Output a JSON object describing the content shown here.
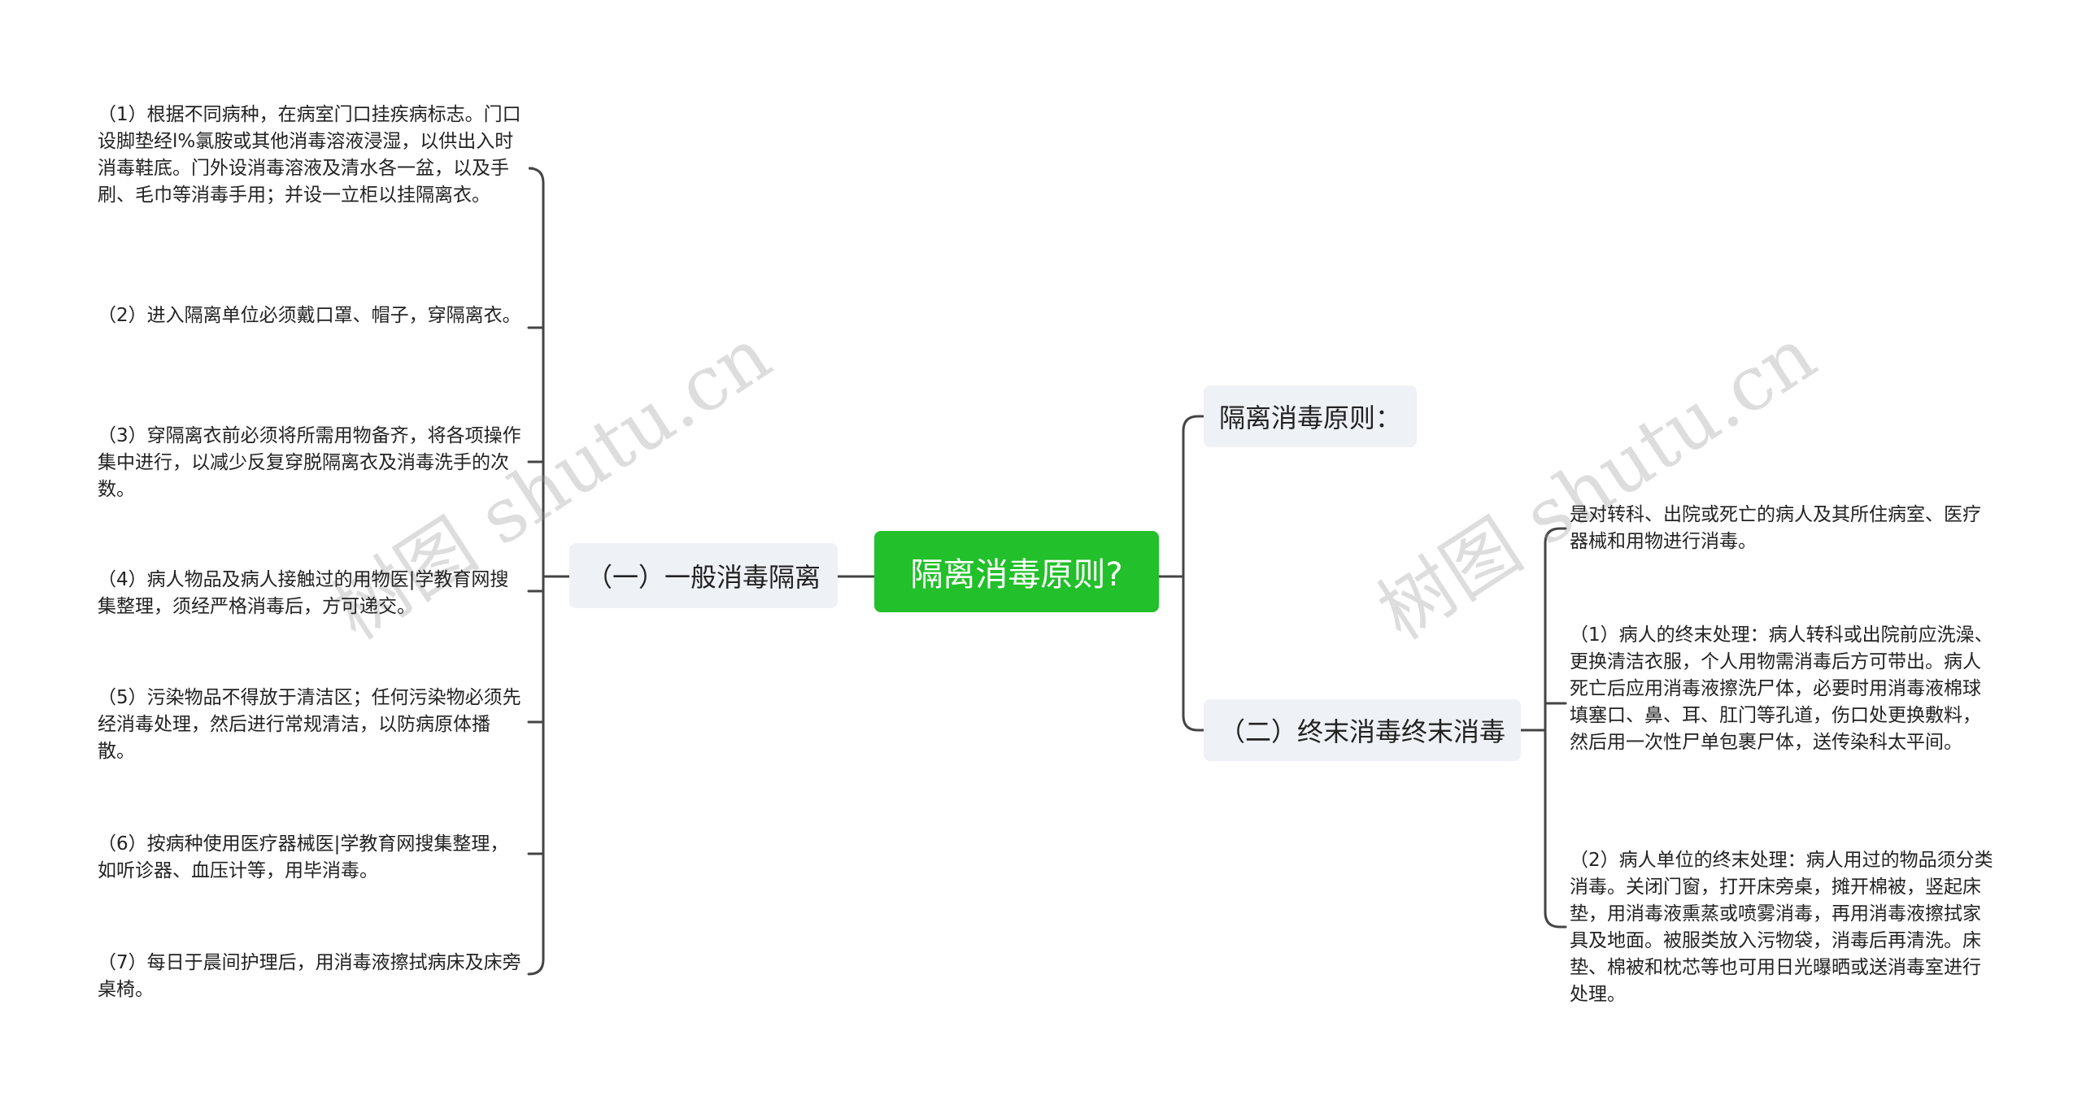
{
  "root": {
    "label": "隔离消毒原则?"
  },
  "watermark": "树图 shutu.cn",
  "left_branch": {
    "label": "（一）一般消毒隔离",
    "leaves": [
      "（1）根据不同病种，在病室门口挂疾病标志。门口设脚垫经l%氯胺或其他消毒溶液浸湿，以供出入时消毒鞋底。门外设消毒溶液及清水各一盆，以及手刷、毛巾等消毒手用；并设一立柜以挂隔离衣。",
      "（2）进入隔离单位必须戴口罩、帽子，穿隔离衣。",
      "（3）穿隔离衣前必须将所需用物备齐，将各项操作集中进行，以减少反复穿脱隔离衣及消毒洗手的次数。",
      "（4）病人物品及病人接触过的用物医|学教育网搜集整理，须经严格消毒后，方可递交。",
      "（5）污染物品不得放于清洁区；任何污染物必须先经消毒处理，然后进行常规清洁，以防病原体播散。",
      "（6）按病种使用医疗器械医|学教育网搜集整理，如听诊器、血压计等，用毕消毒。",
      "（7）每日于晨间护理后，用消毒液擦拭病床及床旁桌椅。"
    ]
  },
  "right_top": {
    "label": "隔离消毒原则："
  },
  "right_branch": {
    "label": "（二）终末消毒终末消毒",
    "leaves": [
      "是对转科、出院或死亡的病人及其所住病室、医疗器械和用物进行消毒。",
      "（1）病人的终末处理：病人转科或出院前应洗澡、更换清洁衣服，个人用物需消毒后方可带出。病人死亡后应用消毒液擦洗尸体，必要时用消毒液棉球填塞口、鼻、耳、肛门等孔道，伤口处更换敷料，然后用一次性尸单包裹尸体，送传染科太平间。",
      "（2）病人单位的终末处理：病人用过的物品须分类消毒。关闭门窗，打开床旁桌，摊开棉被，竖起床垫，用消毒液熏蒸或喷雾消毒，再用消毒液擦拭家具及地面。被服类放入污物袋，消毒后再清洗。床垫、棉被和枕芯等也可用日光曝晒或送消毒室进行处理。"
    ]
  },
  "colors": {
    "root_bg": "#22c02a",
    "node_bg": "#eef1f5",
    "line": "#444444"
  }
}
